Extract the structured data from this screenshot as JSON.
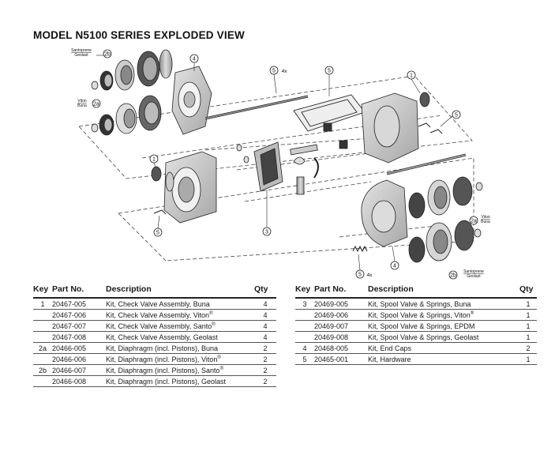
{
  "title": "MODEL N5100 SERIES EXPLODED VIEW",
  "diagram": {
    "callouts": {
      "c1a": "1",
      "c1b": "1",
      "c2a": "2a",
      "c2b1": "2b",
      "c2a2": "2a",
      "c2b2": "2b",
      "c3": "3",
      "c4a": "4",
      "c4b": "4",
      "c5a": "5",
      "c5b": "5",
      "c5c": "5",
      "c5d": "5",
      "c5e": "5"
    },
    "quantity_4x": "4x",
    "material_labels": {
      "top_left_2b": [
        "Santoprene",
        "Geolast"
      ],
      "left_2a": [
        "Viton",
        "Buna"
      ],
      "right_2a": [
        "Viton",
        "Buna"
      ],
      "bottom_right_2b": [
        "Santoprene",
        "Geolast"
      ]
    }
  },
  "table_headers": {
    "key": "Key",
    "part_no": "Part No.",
    "description": "Description",
    "qty": "Qty"
  },
  "parts_left": [
    {
      "key": "1",
      "part_no": "20467-005",
      "description": "Kit, Check Valve Assembly, Buna",
      "reg": "",
      "qty": "4"
    },
    {
      "key": "",
      "part_no": "20467-006",
      "description": "Kit, Check Valve Assembly, Viton",
      "reg": "®",
      "qty": "4"
    },
    {
      "key": "",
      "part_no": "20467-007",
      "description": "Kit, Check Valve Assembly, Santo",
      "reg": "®",
      "qty": "4"
    },
    {
      "key": "",
      "part_no": "20467-008",
      "description": "Kit, Check Valve Assembly, Geolast",
      "reg": "",
      "qty": "4"
    },
    {
      "key": "2a",
      "part_no": "20466-005",
      "description": "Kit, Diaphragm (incl. Pistons), Buna",
      "reg": "",
      "qty": "2"
    },
    {
      "key": "",
      "part_no": "20466-006",
      "description": "Kit, Diaphragm (incl. Pistons), Viton",
      "reg": "®",
      "qty": "2"
    },
    {
      "key": "2b",
      "part_no": "20466-007",
      "description": "Kit, Diaphragm (incl. Pistons), Santo",
      "reg": "®",
      "qty": "2"
    },
    {
      "key": "",
      "part_no": "20466-008",
      "description": "Kit, Diaphragm (incl. Pistons), Geolast",
      "reg": "",
      "qty": "2"
    }
  ],
  "parts_right": [
    {
      "key": "3",
      "part_no": "20469-005",
      "description": "Kit, Spool Valve & Springs, Buna",
      "reg": "",
      "qty": "1"
    },
    {
      "key": "",
      "part_no": "20469-006",
      "description": "Kit, Spool Valve & Springs, Viton",
      "reg": "®",
      "qty": "1"
    },
    {
      "key": "",
      "part_no": "20469-007",
      "description": "Kit, Spool Valve & Springs, EPDM",
      "reg": "",
      "qty": "1"
    },
    {
      "key": "",
      "part_no": "20469-008",
      "description": "Kit, Spool Valve & Springs, Geolast",
      "reg": "",
      "qty": "1"
    },
    {
      "key": "4",
      "part_no": "20468-005",
      "description": "Kit, End Caps",
      "reg": "",
      "qty": "2"
    },
    {
      "key": "5",
      "part_no": "20465-001",
      "description": "Kit, Hardware",
      "reg": "",
      "qty": "1"
    }
  ]
}
